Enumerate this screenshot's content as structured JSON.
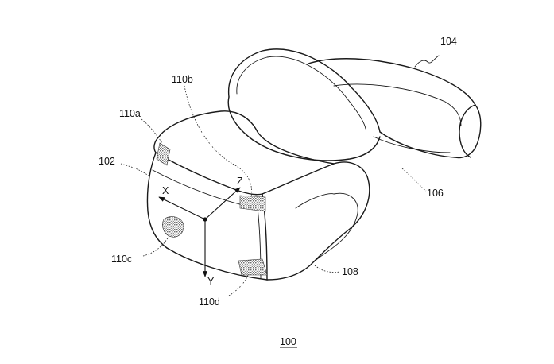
{
  "labels": {
    "figure": "100",
    "housing": "102",
    "band": "104",
    "band_edge": "106",
    "lower_part": "108",
    "marker_a": "110a",
    "marker_b": "110b",
    "marker_c": "110c",
    "marker_d": "110d"
  },
  "axes": {
    "x": "X",
    "y": "Y",
    "z": "Z"
  }
}
